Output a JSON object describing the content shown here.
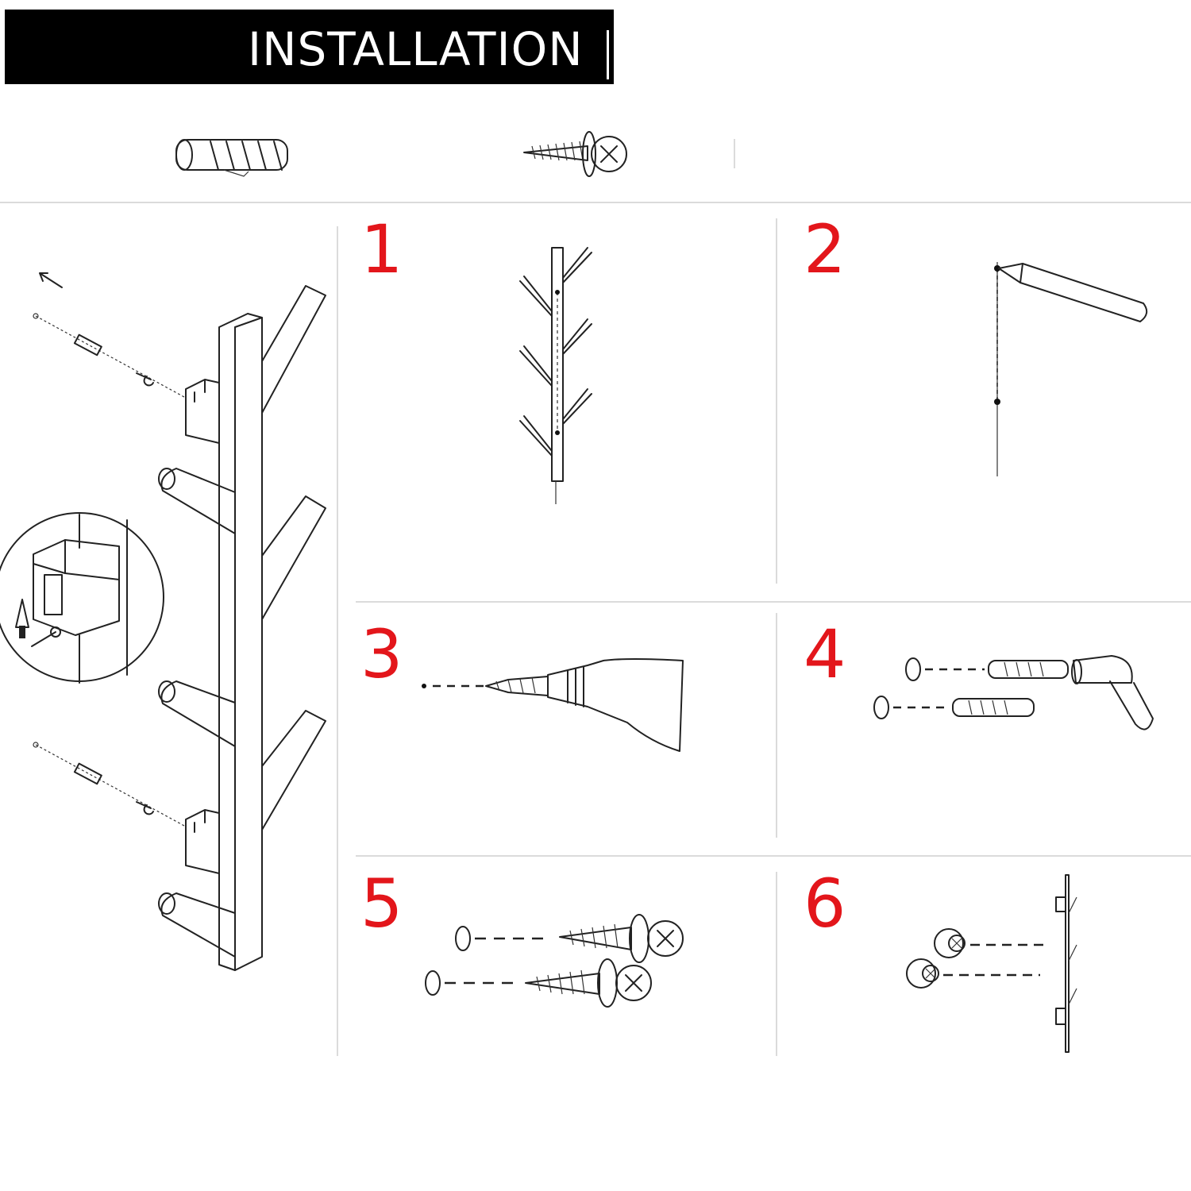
{
  "title": "INSTALLATION",
  "parts": [
    {
      "icon": "wall-anchor-icon"
    },
    {
      "icon": "screw-icon"
    }
  ],
  "steps": [
    {
      "number": "1",
      "icon": "mounting-template-icon"
    },
    {
      "number": "2",
      "icon": "pencil-marking-icon"
    },
    {
      "number": "3",
      "icon": "drill-icon"
    },
    {
      "number": "4",
      "icon": "hammer-anchor-icon"
    },
    {
      "number": "5",
      "icon": "screw-in-icon"
    },
    {
      "number": "6",
      "icon": "hang-rack-icon"
    }
  ],
  "colors": {
    "step_number": "#e3161b",
    "title_bar": "#000000",
    "title_text": "#ffffff",
    "line": "#222222"
  }
}
